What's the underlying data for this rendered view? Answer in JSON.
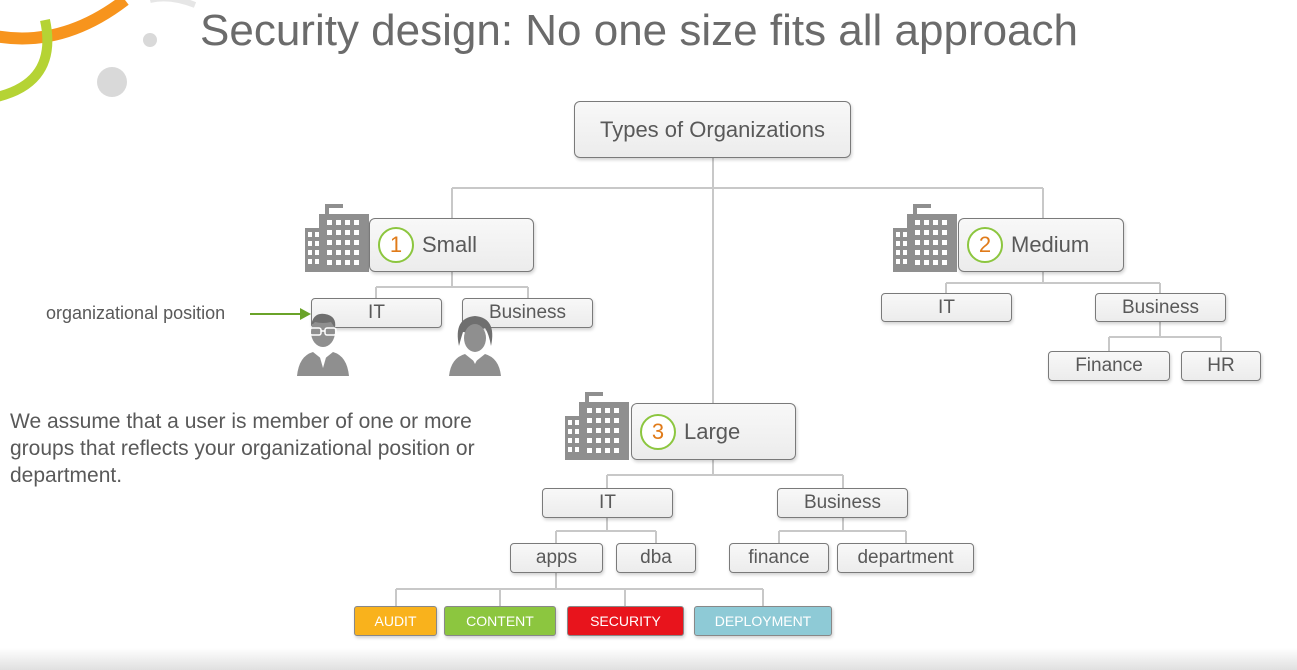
{
  "title": "Security design: No one size fits all approach",
  "root": {
    "label": "Types of Organizations"
  },
  "small": {
    "number": "1",
    "label": "Small",
    "children": [
      "IT",
      "Business"
    ]
  },
  "medium": {
    "number": "2",
    "label": "Medium",
    "children": [
      "IT",
      "Business"
    ],
    "business_children": [
      "Finance",
      "HR"
    ]
  },
  "large": {
    "number": "3",
    "label": "Large",
    "children": [
      "IT",
      "Business"
    ],
    "it_children": [
      "apps",
      "dba"
    ],
    "business_children": [
      "finance",
      "department"
    ],
    "apps_children": [
      {
        "label": "AUDIT",
        "color": "#f9b21c"
      },
      {
        "label": "CONTENT",
        "color": "#8cc63f"
      },
      {
        "label": "SECURITY",
        "color": "#e8141c"
      },
      {
        "label": "DEPLOYMENT",
        "color": "#8ecad6"
      }
    ]
  },
  "annotation": "organizational position",
  "paragraph": "We assume that a user is member of one or more groups that reflects your organizational position or department.",
  "colors": {
    "accent_green": "#8cc63f",
    "accent_orange": "#e07b1a",
    "connector": "#c8c8c8",
    "icon_gray": "#909090"
  },
  "icons": [
    "building-icon",
    "male-user-icon",
    "female-user-icon",
    "arrow-icon"
  ]
}
